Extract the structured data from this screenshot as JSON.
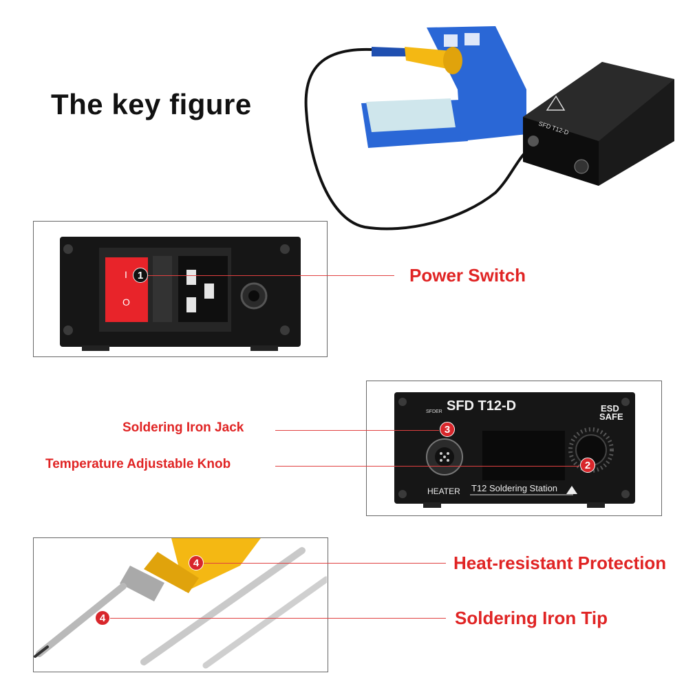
{
  "title": "The key figure",
  "labels": {
    "power_switch": "Power Switch",
    "iron_jack": "Soldering Iron Jack",
    "temp_knob": "Temperature Adjustable Knob",
    "heat_resistant": "Heat-resistant Protection",
    "iron_tip": "Soldering Iron Tip"
  },
  "markers": {
    "m1": "1",
    "m2": "2",
    "m3": "3",
    "m4a": "4",
    "m4b": "4"
  },
  "device": {
    "brand": "SFDER",
    "model": "SFD T12-D",
    "esd_top": "ESD",
    "esd_bottom": "SAFE",
    "heater": "HEATER",
    "station": "T12 Soldering Station",
    "switch_on": "I",
    "switch_off": "O"
  },
  "colors": {
    "label_red": "#e02424",
    "marker_red": "#d8262b",
    "stand_blue": "#2a67d6",
    "grip_yellow": "#f4b813",
    "switch_red": "#e8242a"
  }
}
